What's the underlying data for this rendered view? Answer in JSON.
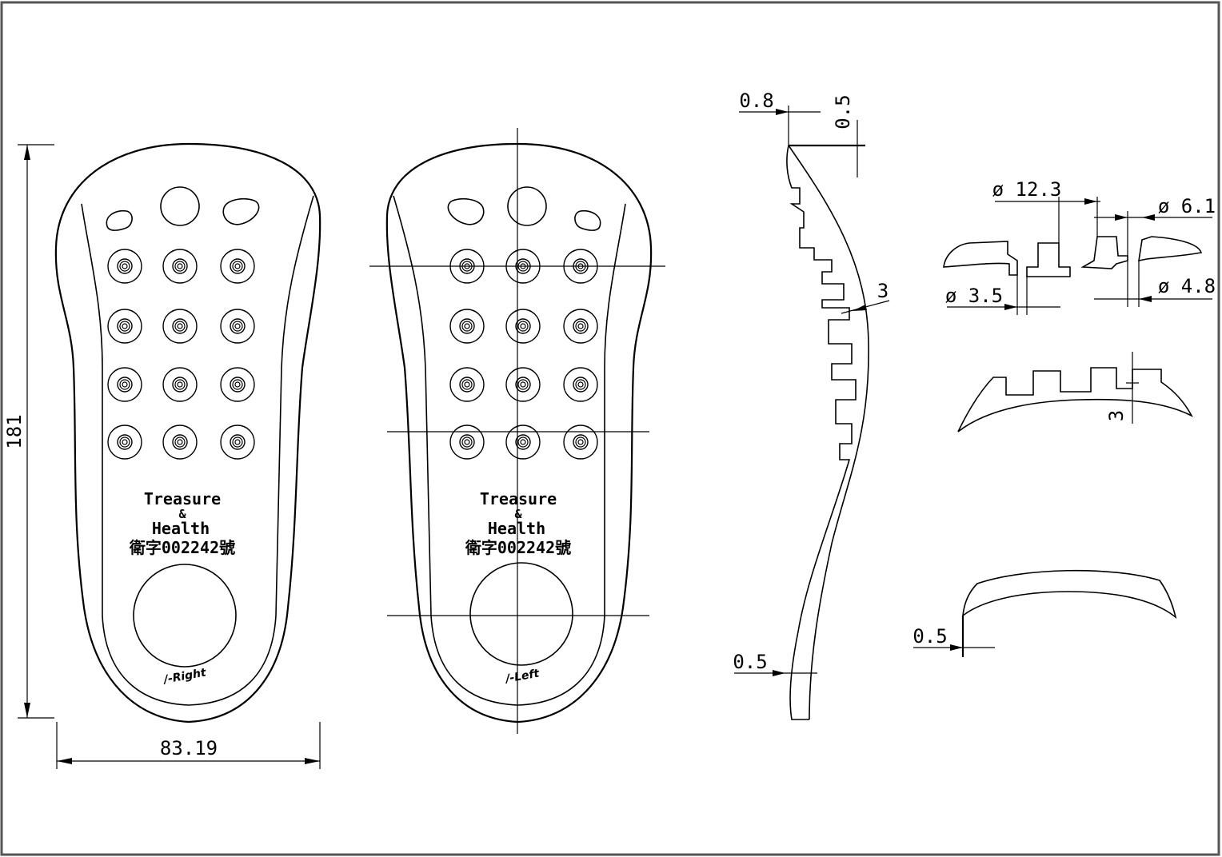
{
  "drawing": {
    "right_insole": {
      "brand_line1": "Treasure",
      "brand_line2": "&",
      "brand_line3": "Health",
      "reg_number": "衛字002242號",
      "foot_label": "/-Right",
      "length_dim": "181",
      "width_dim": "83.19"
    },
    "left_insole": {
      "brand_line1": "Treasure",
      "brand_line2": "&",
      "brand_line3": "Health",
      "reg_number": "衛字002242號",
      "foot_label": "/-Left"
    },
    "side_profile": {
      "top_offset_dim": "0.8",
      "top_thickness_dim": "0.5",
      "rib_depth_dim": "3",
      "bottom_thickness_dim": "0.5"
    },
    "stud_detail": {
      "outer_dia": "ø 12.3",
      "stem_dia": "ø 6.1",
      "neck_dia": "ø 3.5",
      "pin_dia": "ø 4.8"
    },
    "cross_section": {
      "rib_height_dim": "3"
    },
    "heel_section": {
      "thickness_dim": "0.5"
    }
  }
}
